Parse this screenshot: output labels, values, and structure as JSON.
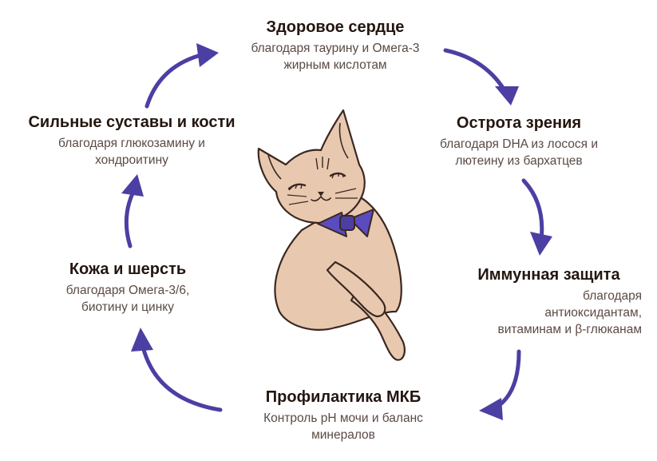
{
  "benefits": [
    {
      "id": "heart",
      "title": "Здоровое сердце",
      "sub": [
        "благодаря таурину и Омега-3",
        "жирным кислотам"
      ]
    },
    {
      "id": "vision",
      "title": "Острота зрения",
      "sub": [
        "благодаря DHA из лосося и",
        "лютеину из бархатцев"
      ]
    },
    {
      "id": "immune",
      "title": "Иммунная защита",
      "sub": [
        "благодаря",
        "антиоксидантам,",
        "витаминам и β-глюканам"
      ]
    },
    {
      "id": "urinary",
      "title": "Профилактика МКБ",
      "sub": [
        "Контроль pH мочи и баланс",
        "минералов"
      ]
    },
    {
      "id": "skin",
      "title": "Кожа и шерсть",
      "sub": [
        "благодаря Омега-3/6,",
        "биотину и цинку"
      ]
    },
    {
      "id": "joints",
      "title": "Сильные суставы и кости",
      "sub": [
        "благодаря глюкозамину и",
        "хондроитину"
      ]
    }
  ],
  "colors": {
    "arrow": "#4b3fa3",
    "cat_fill": "#e8c9b0",
    "cat_stroke": "#3b2720",
    "bow": "#5a4bbf"
  }
}
